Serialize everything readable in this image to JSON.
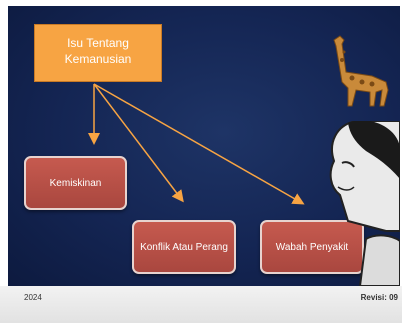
{
  "diagram": {
    "root": {
      "line1": "Isu Tentang",
      "line2": "Kemanusian"
    },
    "nodes": [
      {
        "label": "Kemiskinan"
      },
      {
        "label": "Konflik Atau Perang"
      },
      {
        "label": "Wabah Penyakit"
      }
    ]
  },
  "footer": {
    "year": "2024",
    "revision": "Revisi: 09"
  },
  "colors": {
    "background": "#142553",
    "root_box": "#f7a443",
    "node_box": "#b64e44",
    "arrow": "#f7a443"
  },
  "illustrations": [
    "giraffe-icon",
    "face-illustration"
  ]
}
